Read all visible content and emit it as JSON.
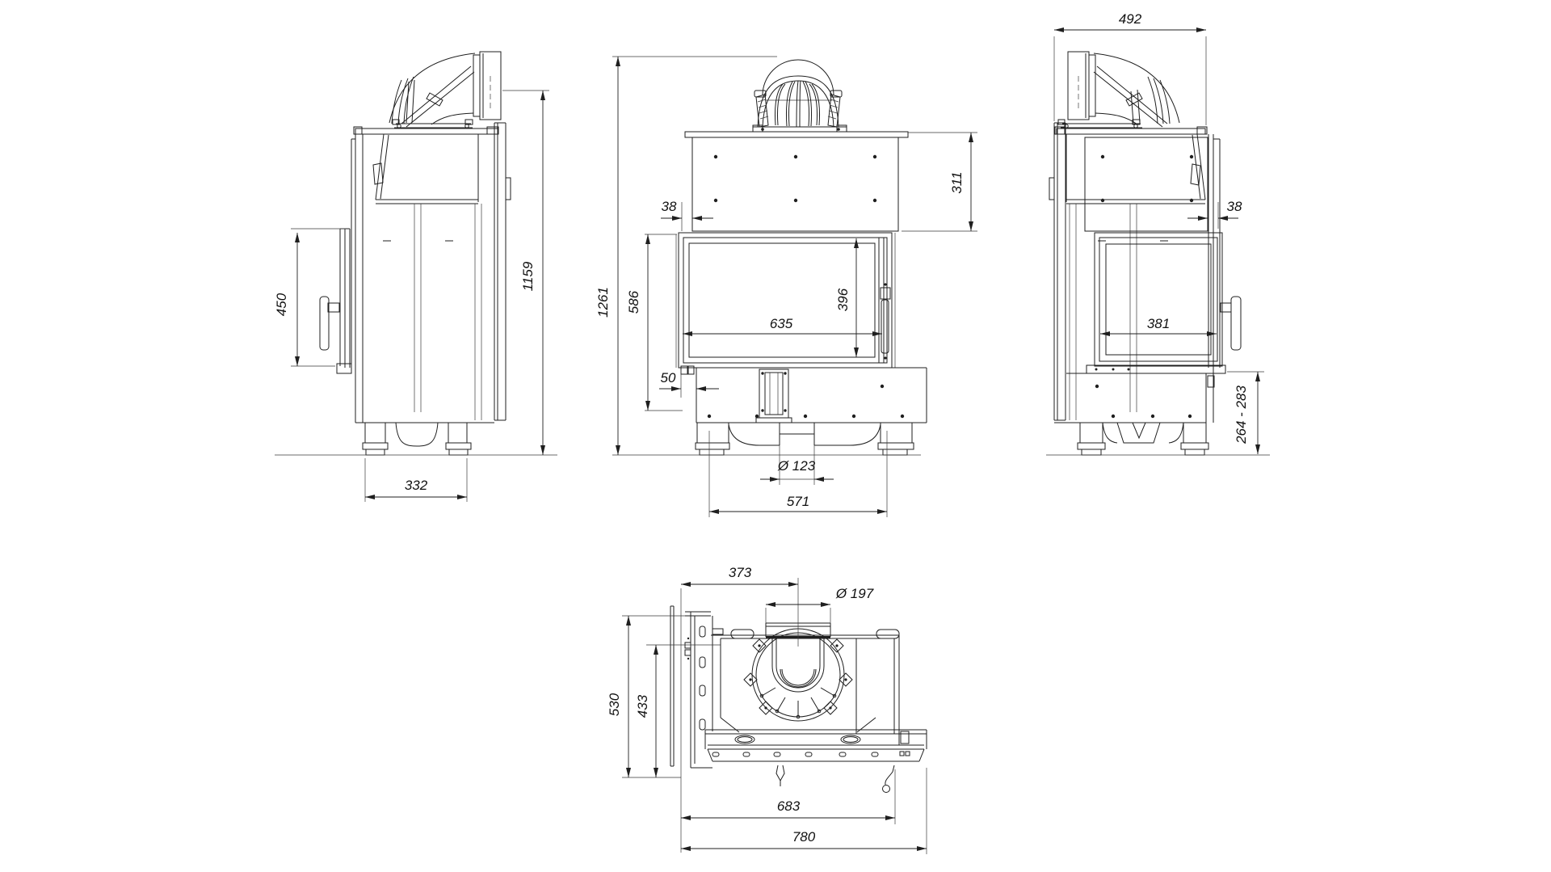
{
  "page": {
    "background": "#ffffff",
    "line_color": "#1f1f1f",
    "drawing_type": "fireplace insert technical dimension drawing, 4 orthographic views"
  },
  "dims": {
    "left_view": {
      "side_door_height": "450",
      "flue_axis_height": "1159",
      "base_width": "332"
    },
    "front_view": {
      "overall_height": "1261",
      "door_height": "586",
      "glass_width": "635",
      "glass_height": "396",
      "upper_shield_height": "311",
      "top_offset": "38",
      "bottom_offset": "50",
      "air_inlet_diameter": "Ø 123",
      "feet_spacing": "571"
    },
    "right_view": {
      "overall_depth": "492",
      "top_offset": "38",
      "side_glass_width": "381",
      "plinth_height_range": "264 - 283"
    },
    "top_view": {
      "flue_axis_from_front": "373",
      "flue_diameter": "Ø 197",
      "overall_depth": "530",
      "inner_depth": "433",
      "body_width": "683",
      "overall_width": "780"
    }
  }
}
